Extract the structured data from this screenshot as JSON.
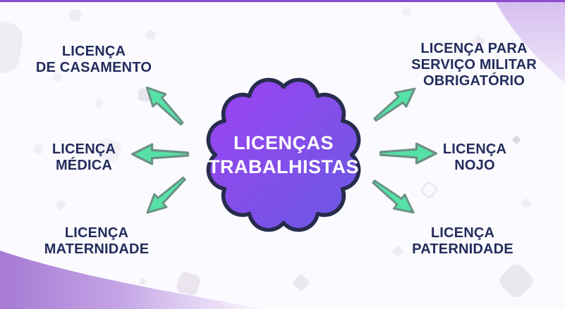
{
  "colors": {
    "background": "#fbfafe",
    "top_bar": "#8a4bd0",
    "label_text": "#232c5c",
    "center_text": "#ffffff",
    "cloud_gradient_start": "#9d43f2",
    "cloud_gradient_end": "#6a59e3",
    "cloud_border": "#272c4f",
    "arrow_fill": "#55e1a7",
    "arrow_border": "#6b9185",
    "corner_blob": "#d6bdf0",
    "bottom_wave": "#a77ad5",
    "decor_gray": "#ebe9f0"
  },
  "diagram": {
    "center": {
      "lines": [
        "LICENÇAS",
        "TRABALHISTAS"
      ]
    },
    "nodes": [
      {
        "id": "casamento",
        "lines": [
          "LICENÇA",
          "DE CASAMENTO"
        ]
      },
      {
        "id": "servico-militar",
        "lines": [
          "LICENÇA PARA",
          "SERVIÇO MILITAR",
          "OBRIGATÓRIO"
        ]
      },
      {
        "id": "medica",
        "lines": [
          "LICENÇA",
          "MÉDICA"
        ]
      },
      {
        "id": "nojo",
        "lines": [
          "LICENÇA",
          "NOJO"
        ]
      },
      {
        "id": "maternidade",
        "lines": [
          "LICENÇA",
          "MATERNIDADE"
        ]
      },
      {
        "id": "paternidade",
        "lines": [
          "LICENÇA",
          "PATERNIDADE"
        ]
      }
    ]
  }
}
